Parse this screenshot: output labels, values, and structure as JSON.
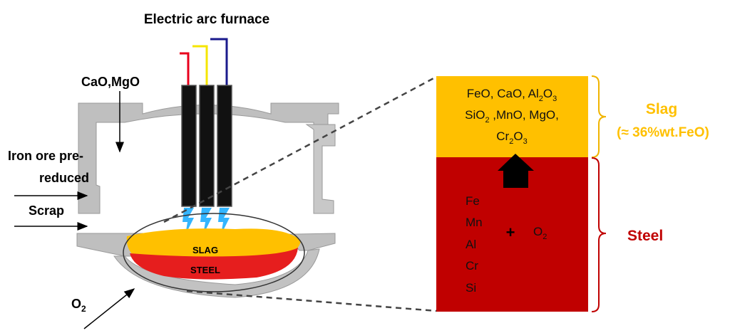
{
  "title": "Electric arc furnace",
  "inputs": {
    "cao_mgo": "CaO,MgO",
    "iron_ore_line1": "Iron ore pre-",
    "iron_ore_line2": "reduced",
    "scrap": "Scrap",
    "o2": "O",
    "o2_sub": "2"
  },
  "furnace": {
    "slag_label": "SLAG",
    "steel_label": "STEEL"
  },
  "detail": {
    "slag_line1": [
      "FeO, CaO, Al",
      "2",
      "O",
      "3"
    ],
    "slag_line2": [
      "SiO",
      "2",
      " ,MnO, MgO,"
    ],
    "slag_line3": [
      "Cr",
      "2",
      "O",
      "3"
    ],
    "steel_elements": [
      "Fe",
      "Mn",
      "Al",
      "Cr",
      "Si"
    ],
    "plus": "+",
    "o2": "O",
    "o2_sub": "2"
  },
  "labels": {
    "slag": "Slag",
    "slag_note": "(≈ 36%wt.FeO)",
    "steel": "Steel"
  },
  "colors": {
    "slag": "#ffc000",
    "steel": "#c00000",
    "furnace_wall": "#bfbfbf",
    "electrode": "#111111",
    "arc": "#33b5ff",
    "wire_red": "#e8001c",
    "wire_yellow": "#f5e500",
    "wire_blue": "#1a1a8c"
  }
}
